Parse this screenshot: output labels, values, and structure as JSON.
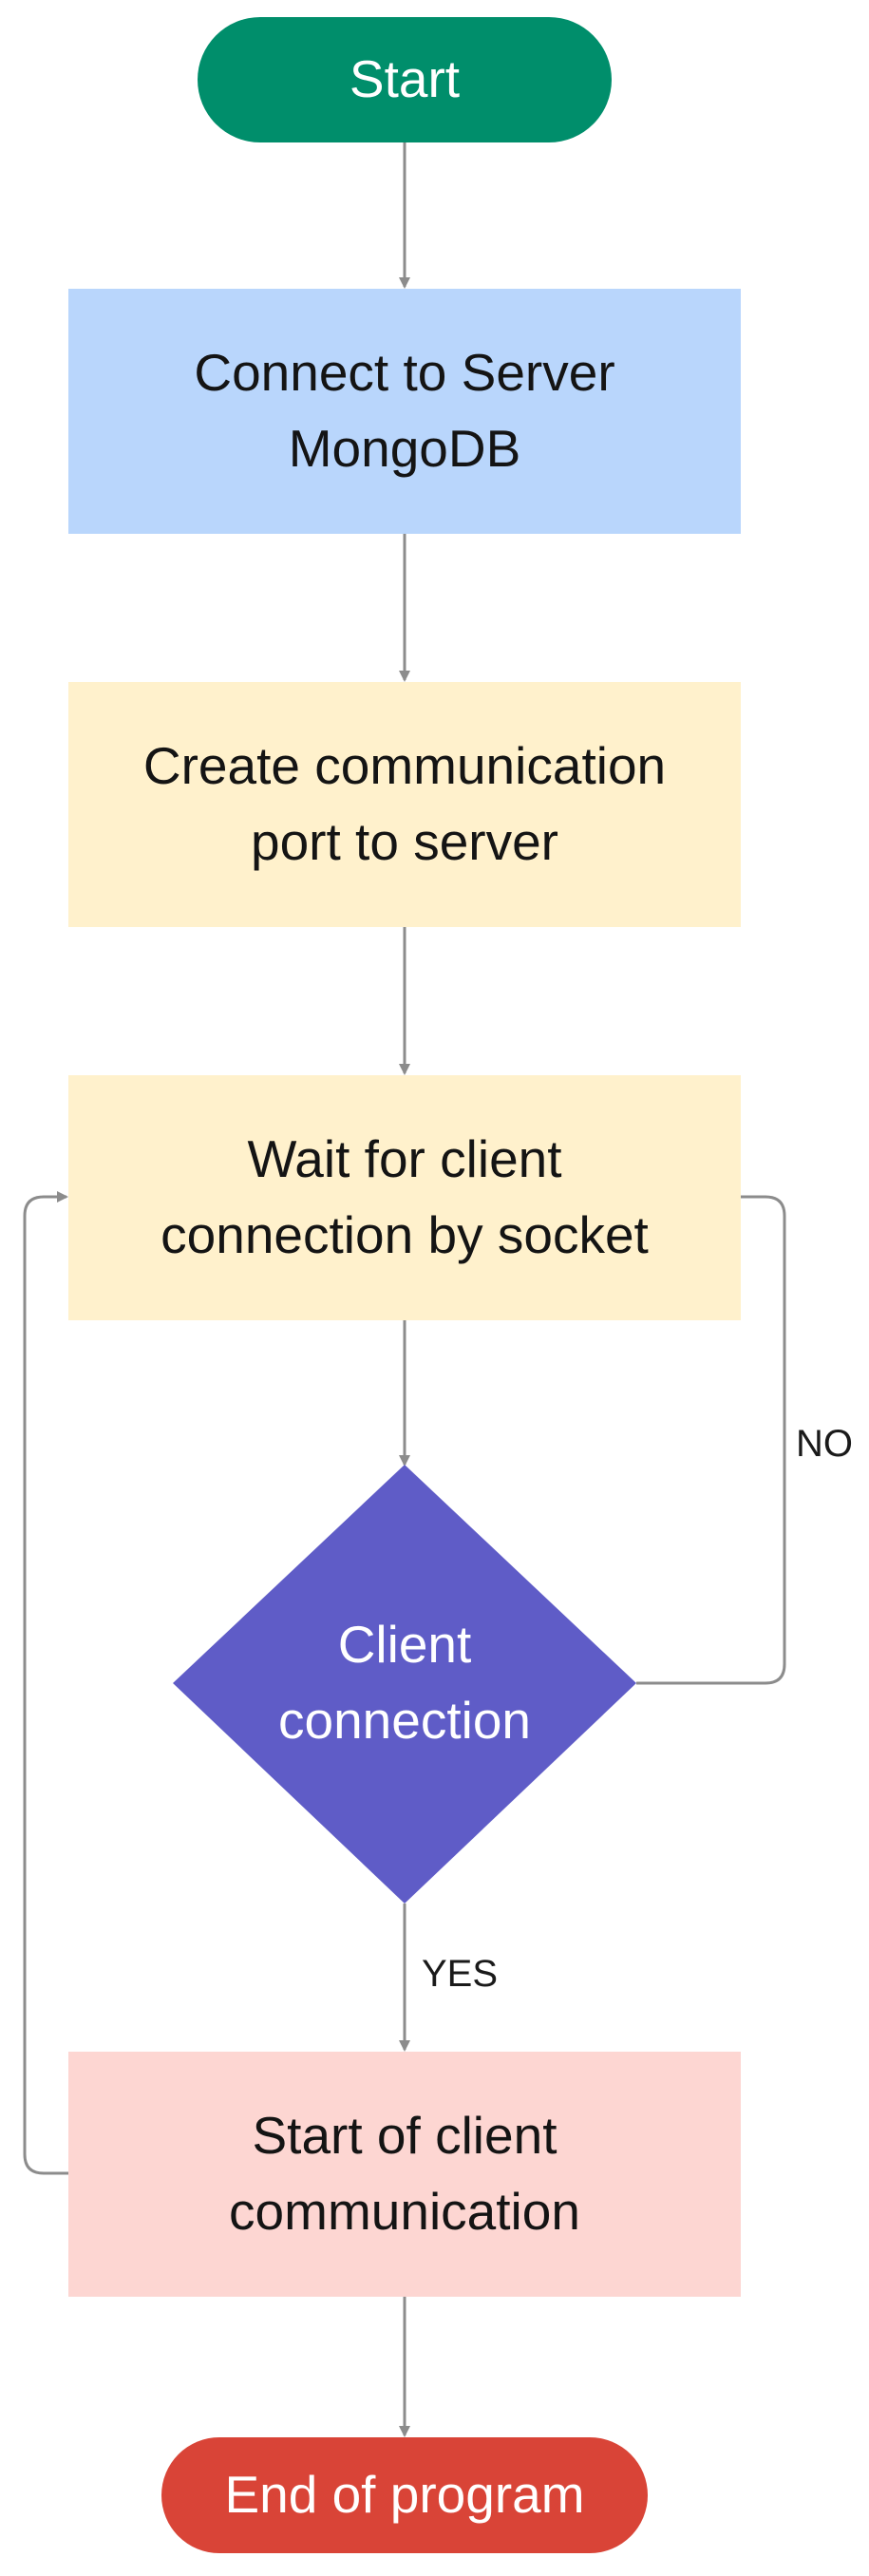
{
  "nodes": {
    "start": {
      "label": "Start"
    },
    "connect": {
      "label": "Connect to Server\nMongoDB"
    },
    "create_port": {
      "label": "Create communication\nport to server"
    },
    "wait": {
      "label": "Wait for client\nconnection by socket"
    },
    "decision": {
      "label": "Client\nconnection"
    },
    "start_comm": {
      "label": "Start of client\ncommunication"
    },
    "end": {
      "label": "End of program"
    }
  },
  "edges": {
    "no_label": "NO",
    "yes_label": "YES"
  },
  "colors": {
    "start_fill": "#008e6b",
    "process_blue": "#b9d6fc",
    "process_yellow": "#fff1cc",
    "decision_fill": "#5f5cc7",
    "process_pink": "#fdd6d2",
    "end_fill": "#d94437",
    "connector": "#8c8c8c"
  }
}
